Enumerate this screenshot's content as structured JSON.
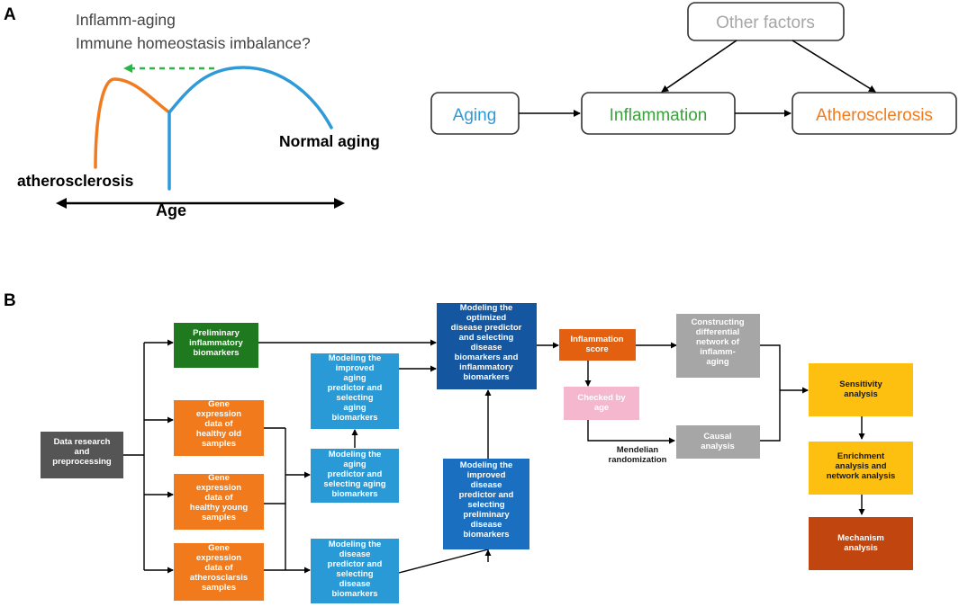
{
  "panel_a": {
    "label": "A",
    "hypothesis_line1": "Inflamm-aging",
    "hypothesis_line2": "Immune homeostasis imbalance?",
    "atherosclerosis_label": "atherosclerosis",
    "normal_aging_label": "Normal aging",
    "age_label": "Age",
    "other_factors": "Other factors",
    "aging": "Aging",
    "inflammation": "Inflammation",
    "atherosclerosis_box": "Atherosclerosis"
  },
  "panel_b": {
    "label": "B",
    "nodes": [
      {
        "id": "data_research",
        "lines": [
          "Data research",
          "and",
          "preprocessing"
        ]
      },
      {
        "id": "prelim_inflam",
        "lines": [
          "Preliminary",
          "inflammatory",
          "biomarkers"
        ]
      },
      {
        "id": "gene_old",
        "lines": [
          "Gene",
          "expression",
          "data of",
          "healthy old",
          "samples"
        ]
      },
      {
        "id": "gene_young",
        "lines": [
          "Gene",
          "expression",
          "data of",
          "healthy young",
          "samples"
        ]
      },
      {
        "id": "gene_athero",
        "lines": [
          "Gene",
          "expression",
          "data of",
          "atherosclarsis",
          "samples"
        ]
      },
      {
        "id": "improved_aging",
        "lines": [
          "Modeling the",
          "improved",
          "aging",
          "predictor and",
          "selecting",
          "aging",
          "biomarkers"
        ]
      },
      {
        "id": "aging_predictor",
        "lines": [
          "Modeling the",
          "aging",
          "predictor and",
          "selecting aging",
          "biomarkers"
        ]
      },
      {
        "id": "disease_predictor",
        "lines": [
          "Modeling the",
          "disease",
          "predictor and",
          "selecting",
          "disease",
          "biomarkers"
        ]
      },
      {
        "id": "optimized_disease",
        "lines": [
          "Modeling the",
          "optimized",
          "disease predictor",
          "and selecting",
          "disease",
          "biomarkers and",
          "inflammatory",
          "biomarkers"
        ]
      },
      {
        "id": "improved_disease",
        "lines": [
          "Modeling the",
          "improved",
          "disease",
          "predictor and",
          "selecting",
          "preliminary",
          "disease",
          "biomarkers"
        ]
      },
      {
        "id": "inflam_score",
        "lines": [
          "Inflammation",
          "score"
        ]
      },
      {
        "id": "checked_age",
        "lines": [
          "Checked by",
          "age"
        ]
      },
      {
        "id": "differential_net",
        "lines": [
          "Constructing",
          "differential",
          "network of",
          "inflamm-",
          "aging"
        ]
      },
      {
        "id": "causal",
        "lines": [
          "Causal",
          "analysis"
        ]
      },
      {
        "id": "sensitivity",
        "lines": [
          "Sensitivity",
          "analysis"
        ]
      },
      {
        "id": "enrichment",
        "lines": [
          "Enrichment",
          "analysis  and",
          "network analysis"
        ]
      },
      {
        "id": "mechanism",
        "lines": [
          "Mechanism",
          "analysis"
        ]
      }
    ],
    "mendelian": [
      "Mendelian",
      "randomization"
    ]
  },
  "colors": {
    "orange": "#f07c1f",
    "blue": "#2f9ad8",
    "green": "#3ba13b",
    "gray": "#9a9a9a",
    "dark_gray": "#555555",
    "flow_green": "#1f7a1f",
    "flow_orange": "#f07a1c",
    "flow_light_blue": "#2a9ad6",
    "flow_mid_blue": "#1a6fc0",
    "flow_dark_blue": "#1456a0",
    "flow_inflam": "#e2600f",
    "flow_pink": "#f4b7cd",
    "flow_gray": "#a6a6a6",
    "flow_yellow": "#fdc010",
    "flow_brown": "#c0450f"
  }
}
